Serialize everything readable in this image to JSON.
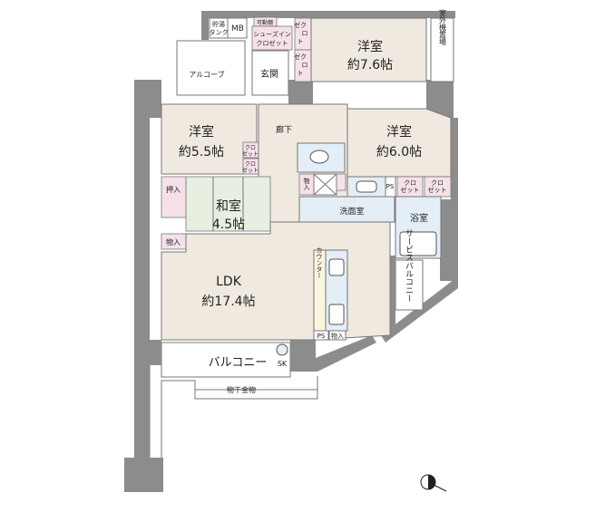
{
  "rooms": {
    "western_76": {
      "name": "洋室",
      "size": "約7.6帖"
    },
    "western_55": {
      "name": "洋室",
      "size": "約5.5帖"
    },
    "western_60": {
      "name": "洋室",
      "size": "約6.0帖"
    },
    "japanese": {
      "name": "和室",
      "size": "4.5帖"
    },
    "ldk": {
      "name": "LDK",
      "size": "約17.4帖"
    }
  },
  "labels": {
    "water_tank_1": "貯湯",
    "water_tank_2": "タンク",
    "mb": "MB",
    "shelf": "可動棚",
    "shoes_closet_1": "シューズイン",
    "shoes_closet_2": "クロゼット",
    "closet_short_1": "ゼク",
    "closet_short_2": "ロ",
    "closet_short_3": "ト",
    "outdoor_unit": "室外機置場",
    "alcove": "アルコーブ",
    "entrance": "玄関",
    "hallway": "廊下",
    "closet_1": "クロ",
    "closet_2": "ゼット",
    "storage": "物入",
    "oshiire": "押入",
    "washroom": "洗面室",
    "bath": "浴室",
    "ps": "PS",
    "counter": "カウンター",
    "service_balcony": "サービスバルコニー",
    "balcony": "バルコニー",
    "sk": "SK",
    "laundry_hardware": "物干金物"
  },
  "colors": {
    "wall": "#8c8c8c",
    "floor": "#efe9df",
    "wet": "#e3eef6",
    "closet": "#f6e1ea",
    "tatami": "#e6efe0"
  }
}
